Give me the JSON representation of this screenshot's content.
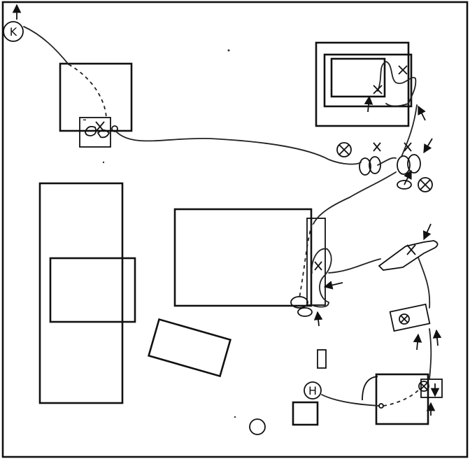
{
  "diagram": {
    "labels": {
      "start_marker": "K",
      "end_marker": "H",
      "cross_mark": "X",
      "circled_cross_mark": "⊗"
    },
    "icons": {
      "direction_arrow": "arrow-icon",
      "cross": "x-mark-icon",
      "circled_cross": "circled-x-icon",
      "footprints": "footprint-icon"
    }
  }
}
